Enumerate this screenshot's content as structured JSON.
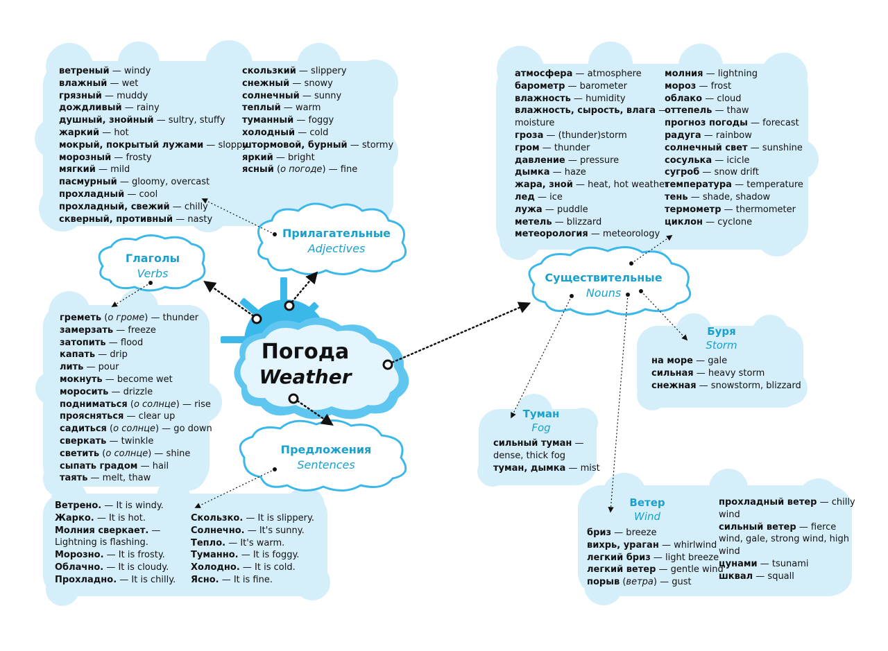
{
  "center": {
    "ru": "Погода",
    "en": "Weather"
  },
  "adjectives": {
    "title_ru": "Прилагательные",
    "title_en": "Adjectives",
    "col1": [
      {
        "b": "ветреный",
        "t": " — windy"
      },
      {
        "b": "влажный",
        "t": " — wet"
      },
      {
        "b": "грязный",
        "t": " — muddy"
      },
      {
        "b": "дождливый",
        "t": " — rainy"
      },
      {
        "b": "душный, знойный",
        "t": " — sultry, stuffy"
      },
      {
        "b": "жаркий",
        "t": " — hot"
      },
      {
        "b": "мокрый, покрытый лужами",
        "t": " — sloppy"
      },
      {
        "b": "морозный",
        "t": " — frosty"
      },
      {
        "b": "мягкий",
        "t": " — mild"
      },
      {
        "b": "пасмурный",
        "t": " — gloomy, overcast"
      },
      {
        "b": "прохладный",
        "t": " — cool"
      },
      {
        "b": "прохладный, свежий",
        "t": " — chilly"
      },
      {
        "b": "скверный, противный",
        "t": " — nasty"
      }
    ],
    "col2": [
      {
        "b": "скользкий",
        "t": " — slippery"
      },
      {
        "b": "снежный",
        "t": " — snowy"
      },
      {
        "b": "солнечный",
        "t": " — sunny"
      },
      {
        "b": "теплый",
        "t": " — warm"
      },
      {
        "b": "туманный",
        "t": " — foggy"
      },
      {
        "b": "холодный",
        "t": " — cold"
      },
      {
        "b": "штормовой, бурный",
        "t": " — stormy"
      },
      {
        "b": "яркий",
        "t": " — bright"
      },
      {
        "b": "ясный",
        "t": " — fine",
        "i": "о погоде"
      }
    ]
  },
  "verbs": {
    "title_ru": "Глаголы",
    "title_en": "Verbs",
    "items": [
      {
        "b": "греметь",
        "i": "о громе",
        "t": " — thunder"
      },
      {
        "b": "замерзать",
        "t": " — freeze"
      },
      {
        "b": "затопить",
        "t": " — flood"
      },
      {
        "b": "капать",
        "t": " — drip"
      },
      {
        "b": "лить",
        "t": " — pour"
      },
      {
        "b": "мокнуть",
        "t": " — become wet"
      },
      {
        "b": "моросить",
        "t": " — drizzle"
      },
      {
        "b": "подниматься",
        "i": "о солнце",
        "t": " — rise"
      },
      {
        "b": "проясняться",
        "t": " — clear up"
      },
      {
        "b": "садиться",
        "i": "о солнце",
        "t": " — go down"
      },
      {
        "b": "сверкать",
        "t": " — twinkle"
      },
      {
        "b": "светить",
        "i": "о солнце",
        "t": " — shine"
      },
      {
        "b": "сыпать градом",
        "t": " — hail"
      },
      {
        "b": "таять",
        "t": " — melt, thaw"
      }
    ]
  },
  "sentences": {
    "title_ru": "Предложения",
    "title_en": "Sentences",
    "col1": [
      {
        "b": "Ветрено.",
        "t": " — It is windy."
      },
      {
        "b": "Жарко.",
        "t": " — It is hot."
      },
      {
        "b": "Молния сверкает.",
        "t": " —"
      },
      {
        "b": "",
        "t": "Lightning is flashing."
      },
      {
        "b": "Морозно.",
        "t": " — It is frosty."
      },
      {
        "b": "Облачно.",
        "t": " — It is cloudy."
      },
      {
        "b": "Прохладно.",
        "t": " — It is chilly."
      }
    ],
    "col2": [
      {
        "b": "Скользко.",
        "t": " — It is slippery."
      },
      {
        "b": "Солнечно.",
        "t": " — It's sunny."
      },
      {
        "b": "Тепло.",
        "t": " — It's warm."
      },
      {
        "b": "Туманно.",
        "t": " — It is foggy."
      },
      {
        "b": "Холодно.",
        "t": " — It is cold."
      },
      {
        "b": "Ясно.",
        "t": " — It is fine."
      }
    ]
  },
  "nouns": {
    "title_ru": "Существительные",
    "title_en": "Nouns",
    "col1": [
      {
        "b": "атмосфера",
        "t": " — atmosphere"
      },
      {
        "b": "барометр",
        "t": " — barometer"
      },
      {
        "b": "влажность",
        "t": " — humidity"
      },
      {
        "b": "влажность, сырость, влага",
        "t": " —"
      },
      {
        "b": "",
        "t": "moisture"
      },
      {
        "b": "гроза",
        "t": " — (thunder)storm"
      },
      {
        "b": "гром",
        "t": " — thunder"
      },
      {
        "b": "давление",
        "t": " — pressure"
      },
      {
        "b": "дымка",
        "t": " — haze"
      },
      {
        "b": "жара, зной",
        "t": " — heat, hot weather"
      },
      {
        "b": "лед",
        "t": " — ice"
      },
      {
        "b": "лужа",
        "t": " — puddle"
      },
      {
        "b": "метель",
        "t": " — blizzard"
      },
      {
        "b": "метеорология",
        "t": " — meteorology"
      }
    ],
    "col2": [
      {
        "b": "молния",
        "t": " — lightning"
      },
      {
        "b": "мороз",
        "t": " — frost"
      },
      {
        "b": "облако",
        "t": " — cloud"
      },
      {
        "b": "оттепель",
        "t": " — thaw"
      },
      {
        "b": "прогноз погоды",
        "t": " — forecast"
      },
      {
        "b": "радуга",
        "t": " — rainbow"
      },
      {
        "b": "солнечный свет",
        "t": " — sunshine"
      },
      {
        "b": "сосулька",
        "t": " — icicle"
      },
      {
        "b": "сугроб",
        "t": " — snow drift"
      },
      {
        "b": "температура",
        "t": " — temperature"
      },
      {
        "b": "тень",
        "t": " — shade, shadow"
      },
      {
        "b": "термометр",
        "t": " — thermometer"
      },
      {
        "b": "циклон",
        "t": " — cyclone"
      }
    ]
  },
  "storm": {
    "title_ru": "Буря",
    "title_en": "Storm",
    "items": [
      {
        "b": "на море",
        "t": " — gale"
      },
      {
        "b": "сильная",
        "t": " — heavy storm"
      },
      {
        "b": "снежная",
        "t": " — snowstorm, blizzard"
      }
    ]
  },
  "fog": {
    "title_ru": "Туман",
    "title_en": "Fog",
    "items": [
      {
        "b": "сильный туман",
        "t": " —"
      },
      {
        "b": "",
        "t": "dense, thick fog"
      },
      {
        "b": "туман, дымка",
        "t": " — mist"
      }
    ]
  },
  "wind": {
    "title_ru": "Ветер",
    "title_en": "Wind",
    "col1": [
      {
        "b": "бриз",
        "t": " — breeze"
      },
      {
        "b": "вихрь, ураган",
        "t": " — whirlwind"
      },
      {
        "b": "легкий бриз",
        "t": " — light breeze"
      },
      {
        "b": "легкий ветер",
        "t": " — gentle wind"
      },
      {
        "b": "порыв",
        "i": "ветра",
        "t": " — gust"
      }
    ],
    "col2": [
      {
        "b": "прохладный ветер",
        "t": " — chilly"
      },
      {
        "b": "",
        "t": "wind"
      },
      {
        "b": "сильный ветер",
        "t": " — fierce"
      },
      {
        "b": "",
        "t": "wind, gale, strong wind, high"
      },
      {
        "b": "",
        "t": "wind"
      },
      {
        "b": "цунами",
        "t": " — tsunami"
      },
      {
        "b": "шквал",
        "t": " — squall"
      }
    ]
  },
  "colors": {
    "cloud_fill": "#d4eefa",
    "accent": "#1aa0cc",
    "sun": "#3bb8ea"
  }
}
